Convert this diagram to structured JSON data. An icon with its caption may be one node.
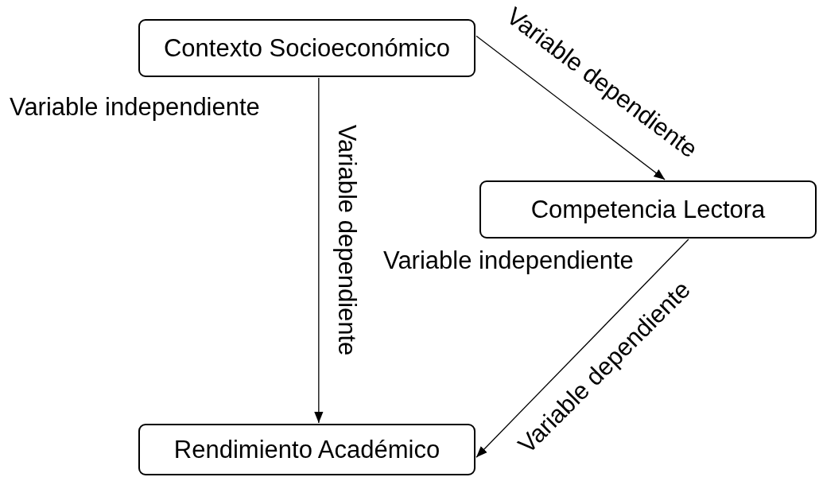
{
  "diagram": {
    "nodes": [
      {
        "text": [
          "Contexto Socioeconómico"
        ],
        "beside": [
          "Variable independiente"
        ]
      },
      {
        "text": [
          "Competencia Lectora"
        ],
        "beside": [
          "Variable independiente"
        ]
      },
      {
        "text": [
          "Rendimiento Académico"
        ]
      }
    ],
    "edges": [
      {
        "from": 0,
        "to": 2,
        "arrow": "to",
        "label": "Variable dependiente"
      },
      {
        "from": 0,
        "to": 1,
        "arrow": "to",
        "label": "Variable dependiente"
      },
      {
        "from": 1,
        "to": 2,
        "arrow": "to",
        "label": "Variable dependiente"
      }
    ]
  }
}
